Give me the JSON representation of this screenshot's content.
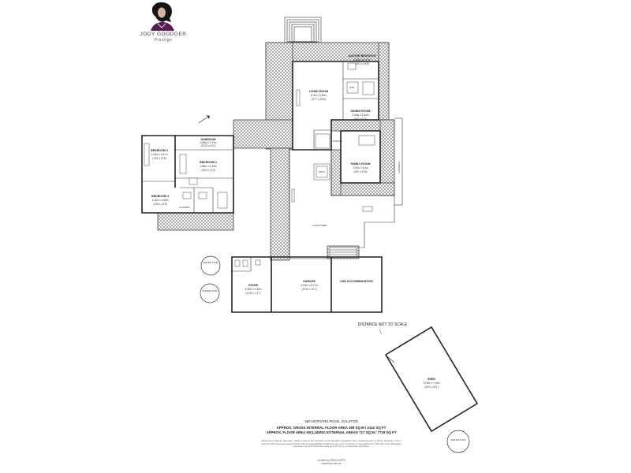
{
  "brand": {
    "name": "JODY GOODGER",
    "tagline": "Prestige"
  },
  "rooms": {
    "master_bedroom": {
      "name": "MASTER BEDROOM",
      "dim": "4.62m x 4.47m",
      "dim_imp": "(15'2 x 14'8)"
    },
    "living": {
      "name": "LIVING ROOM",
      "dim": "8.4m x 5.25m",
      "dim_imp": "(27'7 x 20'6)"
    },
    "dining": {
      "name": "DINING ROOM",
      "dim": "3.64m x 5.34m",
      "dim_imp": "(14'1 x 11'1)"
    },
    "family": {
      "name": "FAMILY ROOM",
      "dim": "4.87m x 4.4m",
      "dim_imp": "(16'0 x 14'5)"
    },
    "pantry": {
      "name": "PANTRY"
    },
    "pool": {
      "name": "POOL"
    },
    "sunroom": {
      "name": "SUNROOM",
      "dim": "6.96m x 2.11m",
      "dim_imp": "(22'10 x 6'11)"
    },
    "bedroom4": {
      "name": "BEDROOM 4",
      "dim": "4.05m x 3.87m",
      "dim_imp": "(13'4 x 12'8)"
    },
    "bedroom2": {
      "name": "BEDROOM 2",
      "dim": "4.86m x 3.33m",
      "dim_imp": "(16'0 x 11'0)"
    },
    "bedroom3": {
      "name": "BEDROOM 3",
      "dim": "4.11m x 3.86m",
      "dim_imp": "(13'6 x 12'8)"
    },
    "laundry": {
      "name": "LAUNDRY"
    },
    "courtyard": {
      "name": "COURTYARD"
    },
    "stage": {
      "name": "STAGE",
      "dim": "6.96m x 5.36m",
      "dim_imp": "(22'10 x 17'7)"
    },
    "garage": {
      "name": "GARAGE",
      "dim": "6.04m x 5.07m",
      "dim_imp": "(19'10 x 16'7)"
    },
    "car_accom": {
      "name": "CAR ACCOMMODATION"
    },
    "shed": {
      "name": "SHED",
      "dim": "12.8m x 7.03m",
      "dim_imp": "(42'0 x 23'1)"
    },
    "water_tank_1": {
      "name": "WATER TANK"
    },
    "water_tank_2": {
      "name": "WATER TANK"
    },
    "water_tank_3": {
      "name": "WATER TANK"
    },
    "wir": {
      "name": "WIR"
    }
  },
  "notes": {
    "distance": "DISTANCE NOT TO SCALE",
    "carport": "CARPORT"
  },
  "footer": {
    "address": "280 HORVARD ROAD, GALSTON",
    "area_internal": "APPROX. GROSS INTERNAL FLOOR AREA 199 SQ M / 2142 SQ FT",
    "area_total": "APPROX. FLOOR AREA INCLUDING EXTERNAL AREAS 717 SQ M / 7718 SQ FT",
    "disclaimer": "While every attempt has been made to ensure the accuracy of the floorplan contained here, measurements of doors, windows, rooms and any other items are approximate and no responsibility is taken for any error, omission or mis-statement. This plan is for illustrative purposes only and should be used as such by any prospective purchaser.",
    "credit": "Created by REALEZOPS",
    "credit_url": "realezops.com.au"
  }
}
